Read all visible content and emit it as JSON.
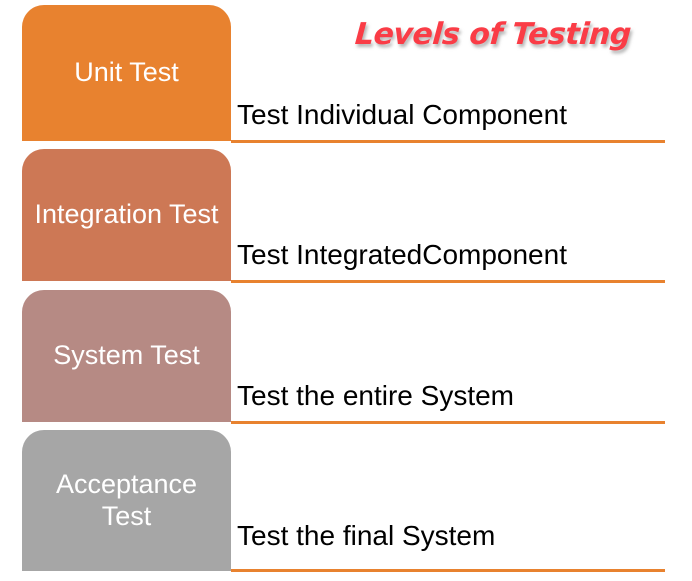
{
  "title": {
    "text": "Levels of Testing",
    "color": "#FA3C46"
  },
  "theme": {
    "background": "#FFFFFF",
    "rule_color": "#E8822F",
    "description_color": "#000000",
    "box_label_color": "#FFFFFF"
  },
  "levels": [
    {
      "label": "Unit Test",
      "description": "Test Individual Component",
      "box_color": "#E8822F"
    },
    {
      "label": "Integration Test",
      "description": "Test IntegratedComponent",
      "box_color": "#CD7855"
    },
    {
      "label": "System Test",
      "description": "Test the entire System",
      "box_color": "#B68A84"
    },
    {
      "label": "Acceptance Test",
      "description": "Test the final System",
      "box_color": "#A6A6A6"
    }
  ]
}
